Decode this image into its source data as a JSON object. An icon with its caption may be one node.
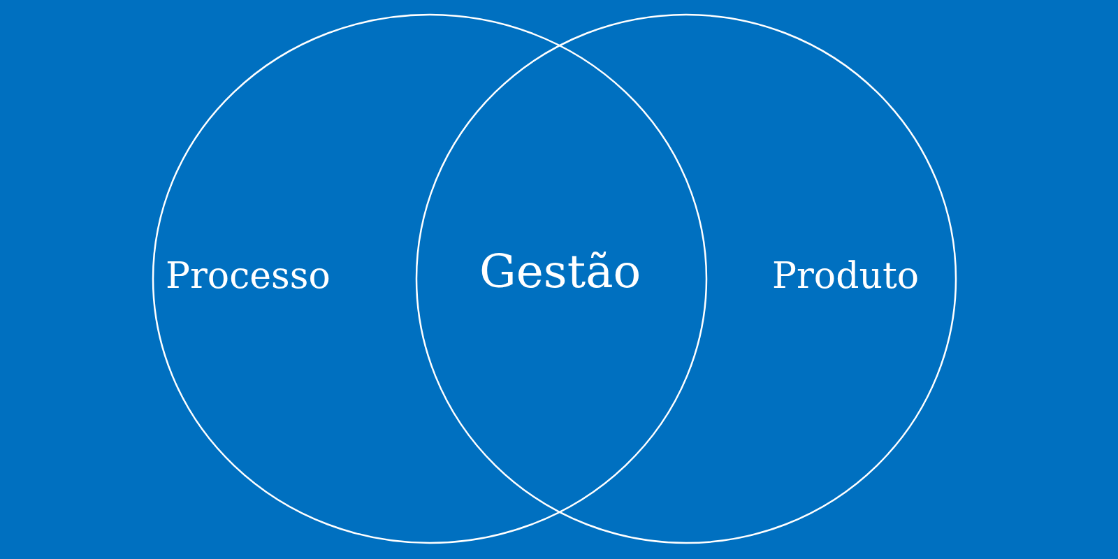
{
  "diagram": {
    "nodes": [
      {
        "text": [
          "Processo"
        ]
      },
      {
        "text": [
          "Produto"
        ]
      }
    ],
    "labels": [
      "Gestão"
    ]
  }
}
